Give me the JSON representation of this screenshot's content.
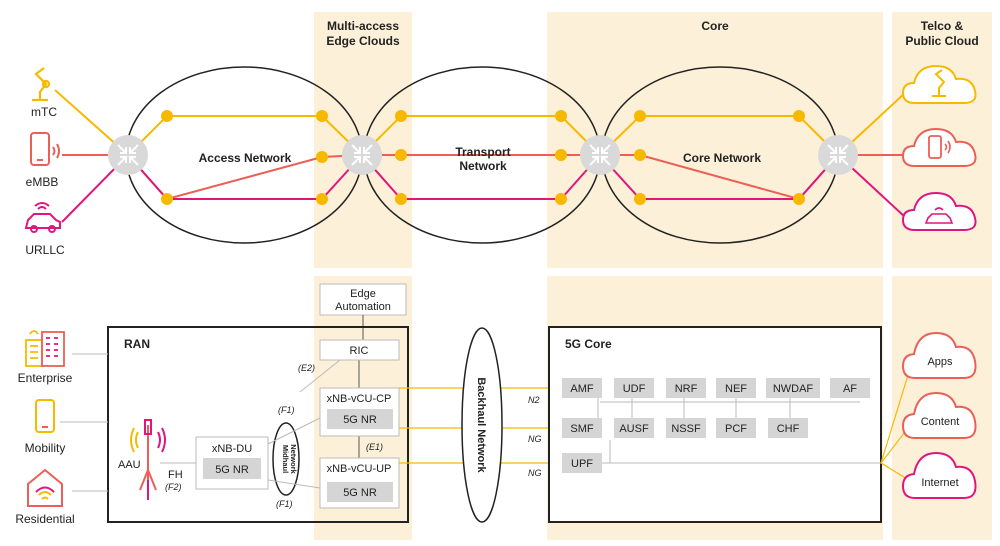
{
  "columns": {
    "mec": [
      "Multi-access",
      "Edge Clouds"
    ],
    "core": "Core",
    "telco": [
      "Telco &",
      "Public Cloud"
    ]
  },
  "top": {
    "devices": [
      "mTC",
      "eMBB",
      "URLLC"
    ],
    "networks": {
      "access": "Access Network",
      "transport": [
        "Transport",
        "Network"
      ],
      "core": "Core Network"
    }
  },
  "bottom": {
    "sources": [
      "Enterprise",
      "Mobility",
      "Residential"
    ],
    "ran": {
      "title": "RAN",
      "aau": "AAU",
      "fh": "FH",
      "f2": "(F2)",
      "du": "xNB-DU",
      "du_nr": "5G NR",
      "midhaul": [
        "Midhaul",
        "Network"
      ],
      "ric": "RIC",
      "cucp": "xNB-vCU-CP",
      "cucp_nr": "5G NR",
      "cuup": "xNB-vCU-UP",
      "cuup_nr": "5G NR",
      "e1": "(E1)",
      "e2": "(E2)",
      "f1a": "(F1)",
      "f1b": "(F1)"
    },
    "edge_automation": [
      "Edge",
      "Automation"
    ],
    "backhaul": "Backhaul Network",
    "interfaces": [
      "N2",
      "NG",
      "NG"
    ],
    "core5g": {
      "title": "5G Core",
      "row1": [
        "AMF",
        "UDF",
        "NRF",
        "NEF",
        "NWDAF",
        "AF"
      ],
      "row2": [
        "SMF",
        "AUSF",
        "NSSF",
        "PCF",
        "CHF"
      ],
      "row3": [
        "UPF"
      ]
    },
    "clouds": [
      "Apps",
      "Content",
      "Internet"
    ]
  },
  "colors": {
    "band": "#fdf0d8",
    "yellow": "#f7b900",
    "red": "#ec5f57",
    "magenta": "#e0157d",
    "gray_box": "#d5d5d5"
  }
}
